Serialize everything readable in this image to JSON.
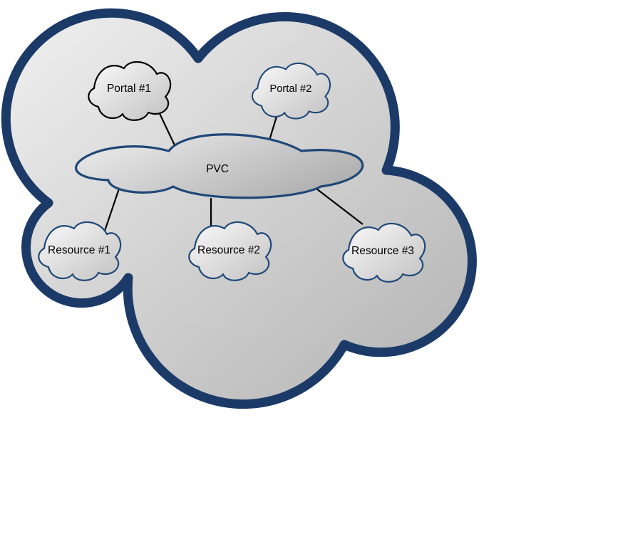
{
  "diagram": {
    "type": "network-cloud-diagram",
    "nodes": [
      {
        "id": "portal-1",
        "label": "Portal #1",
        "border": "#000000"
      },
      {
        "id": "portal-2",
        "label": "Portal #2",
        "border": "#1F4878"
      },
      {
        "id": "pvc",
        "label": "PVC",
        "border": "#1F4878"
      },
      {
        "id": "resource-1",
        "label": "Resource #1",
        "border": "#1F4878"
      },
      {
        "id": "resource-2",
        "label": "Resource #2",
        "border": "#1F4878"
      },
      {
        "id": "resource-3",
        "label": "Resource #3",
        "border": "#1F4878"
      }
    ],
    "edges": [
      {
        "from": "portal-1",
        "to": "pvc"
      },
      {
        "from": "portal-2",
        "to": "pvc"
      },
      {
        "from": "pvc",
        "to": "resource-1"
      },
      {
        "from": "pvc",
        "to": "resource-2"
      },
      {
        "from": "pvc",
        "to": "resource-3"
      }
    ],
    "colors": {
      "outer_cloud_border": "#1B3A68",
      "inner_cloud_border": "#1F4878",
      "portal1_border": "#000000",
      "connector": "#000000",
      "outer_fill_light": "#F0F0F0",
      "outer_fill_dark": "#B2B2B2",
      "inner_fill_light": "#FAFAFA",
      "inner_fill_dark": "#C2C2C2",
      "label_color": "#000000",
      "background": "#FFFFFF"
    }
  }
}
